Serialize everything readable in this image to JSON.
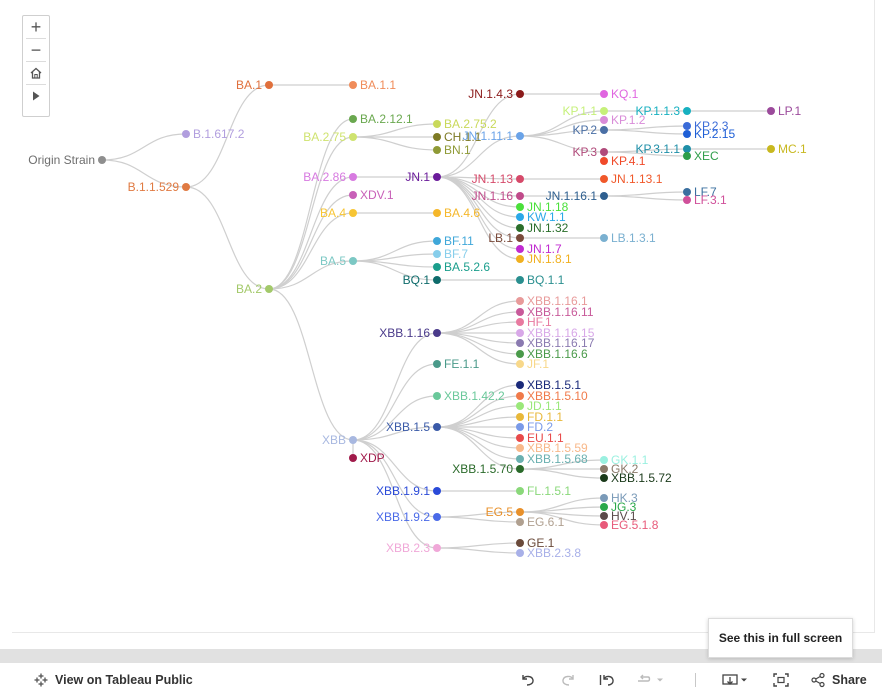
{
  "diagram": {
    "nodes": [
      {
        "id": "origin",
        "label": "Origin Strain",
        "color": "#8e8e8e"
      },
      {
        "id": "b16172",
        "label": "B.1.617.2",
        "color": "#b19ede"
      },
      {
        "id": "b11529",
        "label": "B.1.1.529",
        "color": "#e07a42"
      },
      {
        "id": "ba1",
        "label": "BA.1",
        "color": "#e0703c"
      },
      {
        "id": "ba11",
        "label": "BA.1.1",
        "color": "#f08c5a"
      },
      {
        "id": "ba2",
        "label": "BA.2",
        "color": "#a3c96a"
      },
      {
        "id": "ba2121",
        "label": "BA.2.12.1",
        "color": "#6aa84f"
      },
      {
        "id": "ba275",
        "label": "BA.2.75",
        "color": "#cfe36f"
      },
      {
        "id": "ba2752",
        "label": "BA.2.75.2",
        "color": "#c9d95a"
      },
      {
        "id": "chn1",
        "label": "CH.1.1",
        "color": "#7d7a24"
      },
      {
        "id": "bn1",
        "label": "BN.1",
        "color": "#8f9a36"
      },
      {
        "id": "ba286",
        "label": "BA.2.86",
        "color": "#d77ae0"
      },
      {
        "id": "jn1",
        "label": "JN.1",
        "color": "#6a1b9a"
      },
      {
        "id": "xdv1",
        "label": "XDV.1",
        "color": "#c860b8"
      },
      {
        "id": "ba4",
        "label": "BA.4",
        "color": "#f7c534"
      },
      {
        "id": "ba46",
        "label": "BA.4.6",
        "color": "#f5b72a"
      },
      {
        "id": "ba5",
        "label": "BA.5",
        "color": "#7cc8c4"
      },
      {
        "id": "bf11",
        "label": "BF.11",
        "color": "#3fa7d9"
      },
      {
        "id": "bf7",
        "label": "BF.7",
        "color": "#87ceeb"
      },
      {
        "id": "ba526",
        "label": "BA.5.2.6",
        "color": "#1a9e8c"
      },
      {
        "id": "bq1",
        "label": "BQ.1",
        "color": "#0e6b6b"
      },
      {
        "id": "bq11",
        "label": "BQ.1.1",
        "color": "#2a8f8f"
      },
      {
        "id": "jn143",
        "label": "JN.1.4.3",
        "color": "#8b1a1a"
      },
      {
        "id": "kq1",
        "label": "KQ.1",
        "color": "#e066e0"
      },
      {
        "id": "jn111",
        "label": "JN.1.11.1",
        "color": "#6aa3e8"
      },
      {
        "id": "kp11",
        "label": "KP.1.1",
        "color": "#c6f07a"
      },
      {
        "id": "kp113",
        "label": "KP.1.1.3",
        "color": "#17b0c0"
      },
      {
        "id": "lp1",
        "label": "LP.1",
        "color": "#9b4a9b"
      },
      {
        "id": "kp12",
        "label": "KP.1.2",
        "color": "#d98cd9"
      },
      {
        "id": "kp2",
        "label": "KP.2",
        "color": "#4a6fa5"
      },
      {
        "id": "kp23",
        "label": "KP.2.3",
        "color": "#3a6bd8"
      },
      {
        "id": "kp215",
        "label": "KP.2.15",
        "color": "#1e5fd6"
      },
      {
        "id": "kp3",
        "label": "KP.3",
        "color": "#b04a7a"
      },
      {
        "id": "kp311",
        "label": "KP.3.1.1",
        "color": "#1f8fa8"
      },
      {
        "id": "mc1",
        "label": "MC.1",
        "color": "#c8b820"
      },
      {
        "id": "xec",
        "label": "XEC",
        "color": "#2e9e4a"
      },
      {
        "id": "kp41",
        "label": "KP.4.1",
        "color": "#f04a2a"
      },
      {
        "id": "jn113",
        "label": "JN.1.13",
        "color": "#d64a6a"
      },
      {
        "id": "jn1131",
        "label": "JN.1.13.1",
        "color": "#f0582a"
      },
      {
        "id": "jn116",
        "label": "JN.1.16",
        "color": "#c04a8a"
      },
      {
        "id": "jn1161",
        "label": "JN.1.16.1",
        "color": "#2e5f8f"
      },
      {
        "id": "le7",
        "label": "LF.7",
        "color": "#3a6f9f"
      },
      {
        "id": "lf31",
        "label": "LF.3.1",
        "color": "#d0509a"
      },
      {
        "id": "jn118",
        "label": "JN.1.18",
        "color": "#4ae03a"
      },
      {
        "id": "kw11",
        "label": "KW.1.1",
        "color": "#2aa8e8"
      },
      {
        "id": "jn132",
        "label": "JN.1.32",
        "color": "#2a6e2a"
      },
      {
        "id": "lb1",
        "label": "LB.1",
        "color": "#7a4a3a"
      },
      {
        "id": "lb131",
        "label": "LB.1.3.1",
        "color": "#7ab0d0"
      },
      {
        "id": "jn17",
        "label": "JN.1.7",
        "color": "#c02ad0"
      },
      {
        "id": "jn181",
        "label": "JN.1.8.1",
        "color": "#f0b020"
      },
      {
        "id": "xbb",
        "label": "XBB",
        "color": "#a8b8e0"
      },
      {
        "id": "xbb116",
        "label": "XBB.1.16",
        "color": "#4a3a8a"
      },
      {
        "id": "xbb1161",
        "label": "XBB.1.16.1",
        "color": "#e89a9a"
      },
      {
        "id": "xbb11611",
        "label": "XBB.1.16.11",
        "color": "#c85a9a"
      },
      {
        "id": "hf1",
        "label": "HF.1",
        "color": "#e87aa0"
      },
      {
        "id": "xbb11615",
        "label": "XBB.1.16.15",
        "color": "#d8a8e8"
      },
      {
        "id": "xbb11617",
        "label": "XBB.1.16.17",
        "color": "#8a7ab0"
      },
      {
        "id": "xbb1166",
        "label": "XBB.1.16.6",
        "color": "#4a9a4a"
      },
      {
        "id": "jf1",
        "label": "JF.1",
        "color": "#f8d88a"
      },
      {
        "id": "fe11",
        "label": "FE.1.1",
        "color": "#4a9a8a"
      },
      {
        "id": "xbb1422",
        "label": "XBB.1.42.2",
        "color": "#6ac89a"
      },
      {
        "id": "xbb15",
        "label": "XBB.1.5",
        "color": "#3a5aa8"
      },
      {
        "id": "xbb151",
        "label": "XBB.1.5.1",
        "color": "#1a2a7a"
      },
      {
        "id": "xbb1510",
        "label": "XBB.1.5.10",
        "color": "#f07a4a"
      },
      {
        "id": "jd11",
        "label": "JD.1.1",
        "color": "#9ae87a"
      },
      {
        "id": "fd11",
        "label": "FD.1.1",
        "color": "#e8b83a"
      },
      {
        "id": "fd2",
        "label": "FD.2",
        "color": "#7a9ae8"
      },
      {
        "id": "eu11",
        "label": "EU.1.1",
        "color": "#e84a4a"
      },
      {
        "id": "xbb1559",
        "label": "XBB.1.5.59",
        "color": "#f8b88a"
      },
      {
        "id": "xbb1568",
        "label": "XBB.1.5.68",
        "color": "#6ab0b0"
      },
      {
        "id": "xbb1570",
        "label": "XBB.1.5.70",
        "color": "#2a6a2a"
      },
      {
        "id": "gk11",
        "label": "GK.1.1",
        "color": "#9af0e0"
      },
      {
        "id": "gk2",
        "label": "GK.2",
        "color": "#8a7a6a"
      },
      {
        "id": "xbb1572",
        "label": "XBB.1.5.72",
        "color": "#1a3a1a"
      },
      {
        "id": "xdp",
        "label": "XDP",
        "color": "#a01a4a"
      },
      {
        "id": "xbb191",
        "label": "XBB.1.9.1",
        "color": "#2a4ad8"
      },
      {
        "id": "fl151",
        "label": "FL.1.5.1",
        "color": "#8ad87a"
      },
      {
        "id": "xbb192",
        "label": "XBB.1.9.2",
        "color": "#4a6ae8"
      },
      {
        "id": "eg5",
        "label": "EG.5",
        "color": "#e8902a"
      },
      {
        "id": "hk3",
        "label": "HK.3",
        "color": "#7a9ab8"
      },
      {
        "id": "jg3",
        "label": "JG.3",
        "color": "#2aa84a"
      },
      {
        "id": "hv1",
        "label": "HV.1",
        "color": "#5a4a4a"
      },
      {
        "id": "eg518",
        "label": "EG.5.1.8",
        "color": "#e85a7a"
      },
      {
        "id": "eg61",
        "label": "EG.6.1",
        "color": "#b0a090"
      },
      {
        "id": "xbb23",
        "label": "XBB.2.3",
        "color": "#f0a8d8"
      },
      {
        "id": "ge1",
        "label": "GE.1",
        "color": "#6a4a3a"
      },
      {
        "id": "xbb238",
        "label": "XBB.2.3.8",
        "color": "#a8b0e8"
      }
    ],
    "edges": [
      [
        "origin",
        "b16172"
      ],
      [
        "origin",
        "b11529"
      ],
      [
        "b11529",
        "ba1"
      ],
      [
        "ba1",
        "ba11"
      ],
      [
        "b11529",
        "ba2"
      ],
      [
        "ba2",
        "ba2121"
      ],
      [
        "ba2",
        "ba275"
      ],
      [
        "ba2",
        "ba286"
      ],
      [
        "ba2",
        "xdv1"
      ],
      [
        "ba2",
        "ba4"
      ],
      [
        "ba2",
        "ba5"
      ],
      [
        "ba2",
        "xbb"
      ],
      [
        "ba275",
        "ba2752"
      ],
      [
        "ba275",
        "chn1"
      ],
      [
        "ba275",
        "bn1"
      ],
      [
        "ba286",
        "jn1"
      ],
      [
        "ba4",
        "ba46"
      ],
      [
        "ba5",
        "bf11"
      ],
      [
        "ba5",
        "bf7"
      ],
      [
        "ba5",
        "ba526"
      ],
      [
        "ba5",
        "bq1"
      ],
      [
        "bq1",
        "bq11"
      ],
      [
        "jn1",
        "jn143"
      ],
      [
        "jn143",
        "kq1"
      ],
      [
        "jn1",
        "jn111"
      ],
      [
        "jn111",
        "kp11"
      ],
      [
        "kp11",
        "kp113"
      ],
      [
        "kp113",
        "lp1"
      ],
      [
        "jn111",
        "kp12"
      ],
      [
        "jn111",
        "kp2"
      ],
      [
        "kp2",
        "kp23"
      ],
      [
        "kp2",
        "kp215"
      ],
      [
        "jn111",
        "kp3"
      ],
      [
        "kp3",
        "kp311"
      ],
      [
        "kp311",
        "mc1"
      ],
      [
        "kp3",
        "xec"
      ],
      [
        "kp3",
        "kp41"
      ],
      [
        "jn1",
        "jn113"
      ],
      [
        "jn113",
        "jn1131"
      ],
      [
        "jn1",
        "jn116"
      ],
      [
        "jn116",
        "jn1161"
      ],
      [
        "jn1161",
        "le7"
      ],
      [
        "jn1161",
        "lf31"
      ],
      [
        "jn1",
        "jn118"
      ],
      [
        "jn1",
        "kw11"
      ],
      [
        "jn1",
        "jn132"
      ],
      [
        "jn1",
        "lb1"
      ],
      [
        "lb1",
        "lb131"
      ],
      [
        "jn1",
        "jn17"
      ],
      [
        "jn1",
        "jn181"
      ],
      [
        "xbb",
        "xbb116"
      ],
      [
        "xbb116",
        "xbb1161"
      ],
      [
        "xbb116",
        "xbb11611"
      ],
      [
        "xbb116",
        "hf1"
      ],
      [
        "xbb116",
        "xbb11615"
      ],
      [
        "xbb116",
        "xbb11617"
      ],
      [
        "xbb116",
        "xbb1166"
      ],
      [
        "xbb116",
        "jf1"
      ],
      [
        "xbb",
        "fe11"
      ],
      [
        "xbb",
        "xbb1422"
      ],
      [
        "xbb",
        "xbb15"
      ],
      [
        "xbb15",
        "xbb151"
      ],
      [
        "xbb15",
        "xbb1510"
      ],
      [
        "xbb15",
        "jd11"
      ],
      [
        "xbb15",
        "fd11"
      ],
      [
        "xbb15",
        "fd2"
      ],
      [
        "xbb15",
        "eu11"
      ],
      [
        "xbb15",
        "xbb1559"
      ],
      [
        "xbb15",
        "xbb1568"
      ],
      [
        "xbb15",
        "xbb1570"
      ],
      [
        "xbb1570",
        "gk11"
      ],
      [
        "xbb1570",
        "gk2"
      ],
      [
        "xbb1570",
        "xbb1572"
      ],
      [
        "xbb",
        "xdp"
      ],
      [
        "xbb",
        "xbb191"
      ],
      [
        "xbb191",
        "fl151"
      ],
      [
        "xbb",
        "xbb192"
      ],
      [
        "xbb192",
        "eg5"
      ],
      [
        "eg5",
        "hk3"
      ],
      [
        "eg5",
        "jg3"
      ],
      [
        "eg5",
        "hv1"
      ],
      [
        "eg5",
        "eg518"
      ],
      [
        "xbb192",
        "eg61"
      ],
      [
        "xbb",
        "xbb23"
      ],
      [
        "xbb23",
        "ge1"
      ],
      [
        "xbb23",
        "xbb238"
      ]
    ],
    "edge_color": "#cfcfcf"
  },
  "zoom_controls": {
    "zoom_in": "+",
    "zoom_out": "−"
  },
  "tooltip": {
    "text": "See this in full screen"
  },
  "toolbar": {
    "view_label": "View on Tableau Public",
    "share_label": "Share"
  }
}
